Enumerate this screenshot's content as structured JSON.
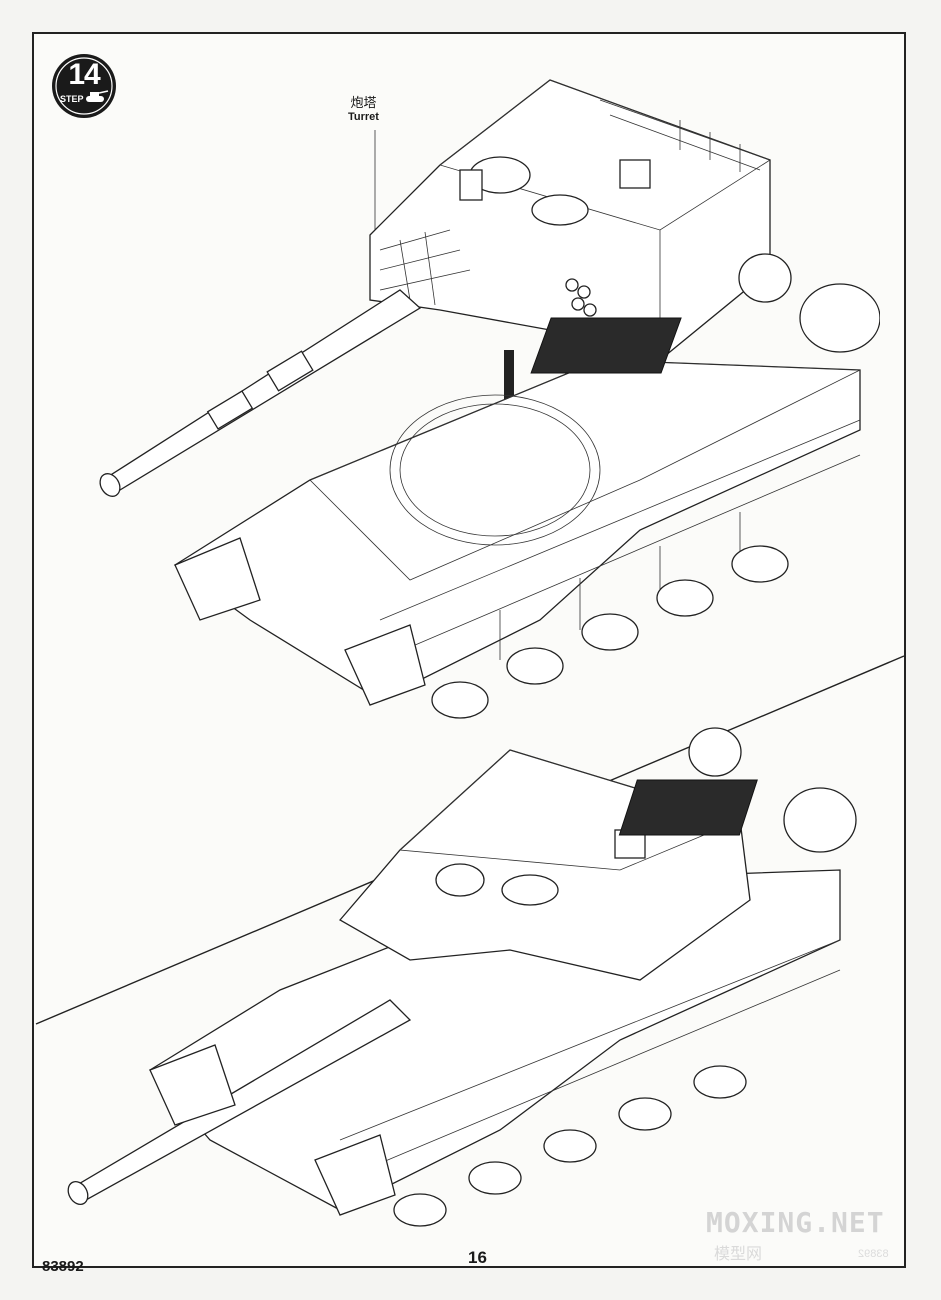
{
  "header": {
    "step_number": "14",
    "step_label": "STEP"
  },
  "callout": {
    "label_cn": "炮塔",
    "label_en": "Turret"
  },
  "footer": {
    "model_number": "83892",
    "page_number": "16"
  },
  "watermark": {
    "brand": "MOXING.NET",
    "brand_cn": "模型网",
    "code": "83892"
  },
  "icons": [
    "step-badge-icon",
    "tank-silhouette-icon",
    "down-arrow-icon"
  ],
  "colors": {
    "line": "#222222",
    "paper": "#fbfbf9",
    "badge": "#1a1a1a",
    "panel_dark": "#2a2a2a"
  }
}
